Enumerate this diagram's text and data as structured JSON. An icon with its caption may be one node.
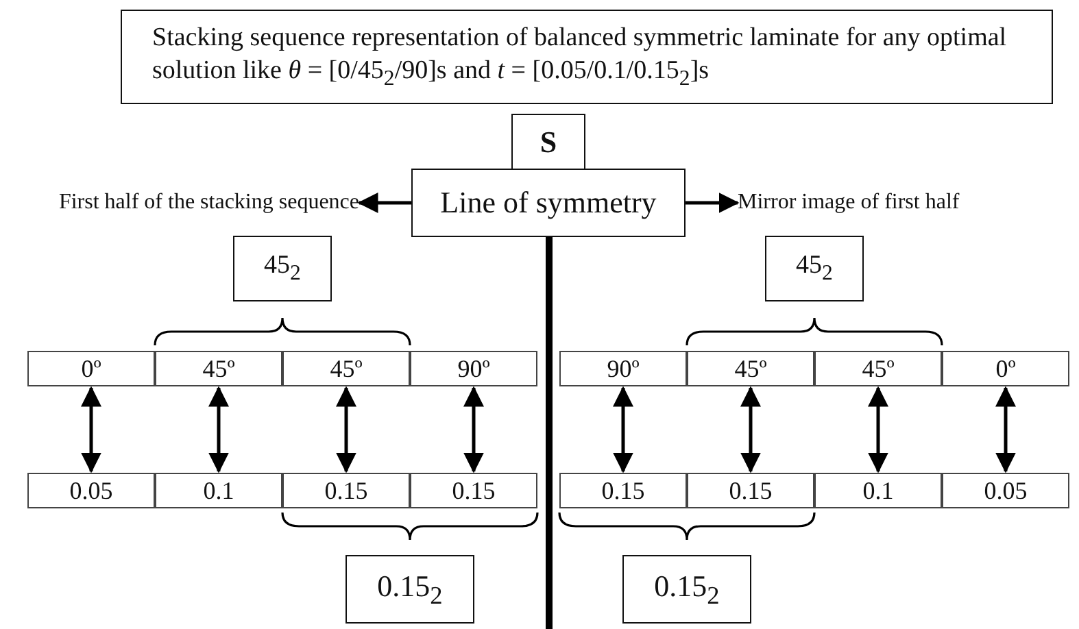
{
  "diagram": {
    "nodes": [
      {
        "text": [
          "Stacking sequence representation of balanced symmetric laminate for any optimal solution like *θ* = [0/45$_{2}$/90]s and *t* = [0.05/0.1/0.15$_{2}$]s"
        ]
      },
      {
        "text": [
          "S"
        ]
      },
      {
        "text": [
          "Line of symmetry"
        ]
      },
      {
        "text": [
          "First half of the stacking sequence"
        ]
      },
      {
        "text": [
          "Mirror image of first half"
        ]
      },
      {
        "text": [
          "45$_{2}$"
        ]
      },
      {
        "text": [
          "45$_{2}$"
        ]
      },
      {
        "text": [
          "0º"
        ]
      },
      {
        "text": [
          "45º"
        ]
      },
      {
        "text": [
          "45º"
        ]
      },
      {
        "text": [
          "90º"
        ]
      },
      {
        "text": [
          "90º"
        ]
      },
      {
        "text": [
          "45º"
        ]
      },
      {
        "text": [
          "45º"
        ]
      },
      {
        "text": [
          "0º"
        ]
      },
      {
        "text": [
          "0.05"
        ]
      },
      {
        "text": [
          "0.1"
        ]
      },
      {
        "text": [
          "0.15"
        ]
      },
      {
        "text": [
          "0.15"
        ]
      },
      {
        "text": [
          "0.15"
        ]
      },
      {
        "text": [
          "0.15"
        ]
      },
      {
        "text": [
          "0.1"
        ]
      },
      {
        "text": [
          "0.05"
        ]
      },
      {
        "text": [
          "0.15$_{2}$"
        ]
      },
      {
        "text": [
          "0.15$_{2}$"
        ]
      }
    ],
    "edges": [
      {
        "from": 2,
        "to": 3,
        "arrow": "to"
      },
      {
        "from": 2,
        "to": 4,
        "arrow": "to"
      },
      {
        "from": 7,
        "to": 15,
        "arrow": "both"
      },
      {
        "from": 8,
        "to": 16,
        "arrow": "both"
      },
      {
        "from": 9,
        "to": 17,
        "arrow": "both"
      },
      {
        "from": 10,
        "to": 18,
        "arrow": "both"
      },
      {
        "from": 11,
        "to": 19,
        "arrow": "both"
      },
      {
        "from": 12,
        "to": 20,
        "arrow": "both"
      },
      {
        "from": 13,
        "to": 21,
        "arrow": "both"
      },
      {
        "from": 14,
        "to": 22,
        "arrow": "both"
      }
    ]
  }
}
